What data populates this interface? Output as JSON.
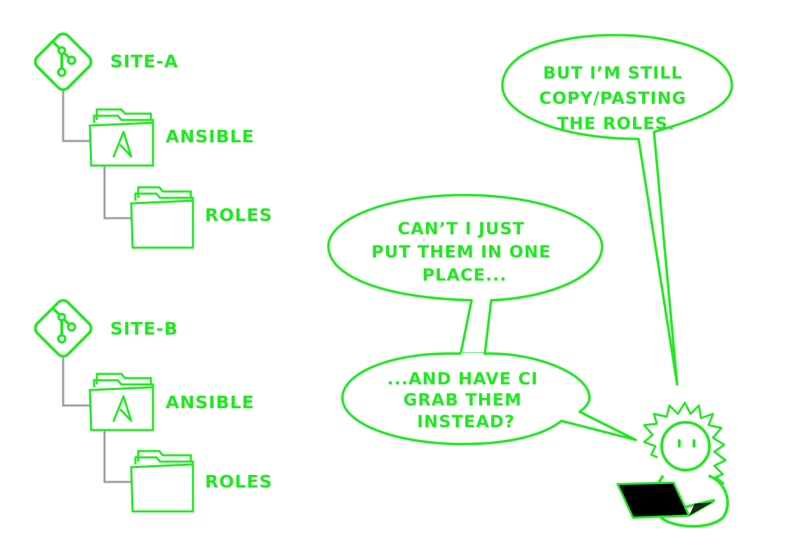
{
  "colors": {
    "accent": "#22e822",
    "connector": "#9e9e9e",
    "laptop": "#000000"
  },
  "repos": [
    {
      "repo_label": "SITE-A",
      "ansible_label": "ANSIBLE",
      "roles_label": "ROLES"
    },
    {
      "repo_label": "SITE-B",
      "ansible_label": "ANSIBLE",
      "roles_label": "ROLES"
    }
  ],
  "bubbles": {
    "top": {
      "line1": "BUT I’M STILL",
      "line2": "COPY/PASTING",
      "line3": "THE ROLES."
    },
    "middle": {
      "line1": "CAN’T I JUST",
      "line2": "PUT THEM IN ONE",
      "line3": "PLACE..."
    },
    "bottom": {
      "line1": "...AND HAVE CI",
      "line2": "GRAB THEM",
      "line3": "INSTEAD?"
    }
  },
  "icons": {
    "repo": "git-icon",
    "folder": "folder-icon",
    "ansible": "ansible-logo-icon",
    "person": "stick-figure-icon",
    "laptop": "laptop-icon"
  }
}
